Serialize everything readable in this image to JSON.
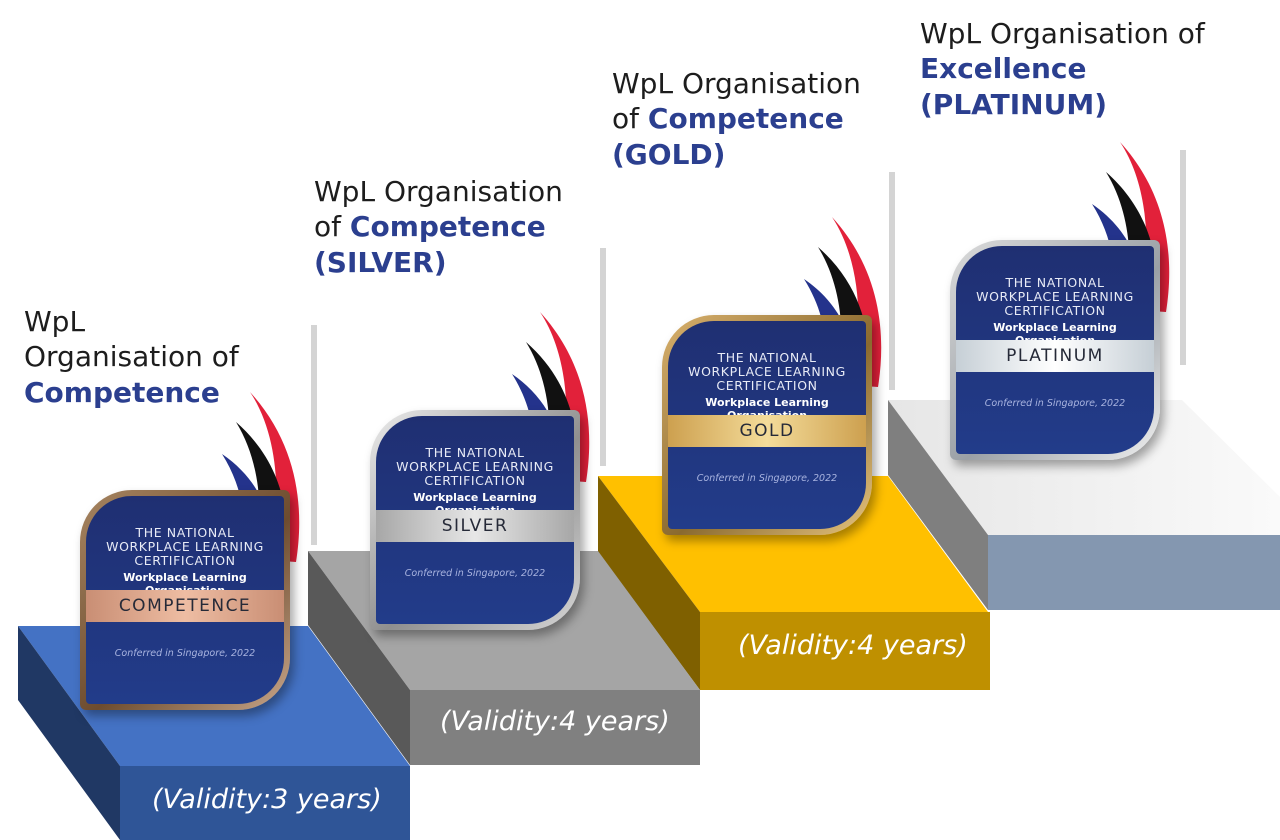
{
  "tiers": [
    {
      "title_prefix": "WpL Organisation of",
      "title_emphasis": "Competence",
      "validity": "(Validity:3 years)",
      "color": "#4472c4",
      "badge": {
        "line1": "THE NATIONAL",
        "line2": "WORKPLACE LEARNING",
        "line3": "CERTIFICATION",
        "subtitle": "Workplace Learning Organisation",
        "level": "COMPETENCE",
        "footer": "Conferred in Singapore, 2022"
      }
    },
    {
      "title_prefix": "WpL Organisation of",
      "title_emphasis": "Competence (SILVER)",
      "validity": "(Validity:4 years)",
      "color": "#a5a5a5",
      "badge": {
        "line1": "THE NATIONAL",
        "line2": "WORKPLACE LEARNING",
        "line3": "CERTIFICATION",
        "subtitle": "Workplace Learning Organisation",
        "level": "SILVER",
        "footer": "Conferred in Singapore, 2022"
      }
    },
    {
      "title_prefix": "WpL Organisation of",
      "title_emphasis": "Competence (GOLD)",
      "validity": "(Validity:4 years)",
      "color": "#ffc000",
      "badge": {
        "line1": "THE NATIONAL",
        "line2": "WORKPLACE LEARNING",
        "line3": "CERTIFICATION",
        "subtitle": "Workplace Learning Organisation",
        "level": "GOLD",
        "footer": "Conferred in Singapore, 2022"
      }
    },
    {
      "title_prefix": "WpL Organisation of",
      "title_emphasis": "Excellence (PLATINUM)",
      "validity": "",
      "color": "#f2f2f2",
      "badge": {
        "line1": "THE NATIONAL",
        "line2": "WORKPLACE LEARNING",
        "line3": "CERTIFICATION",
        "subtitle": "Workplace Learning Organisation",
        "level": "PLATINUM",
        "footer": "Conferred in Singapore, 2022"
      }
    }
  ],
  "colors": {
    "title_emphasis": "#2b3f8f",
    "badge_face": "#223c8a",
    "flame_red": "#e2213a",
    "flame_black": "#111111",
    "flame_navy": "#24338c",
    "flame_cyan": "#1aa3e0"
  }
}
